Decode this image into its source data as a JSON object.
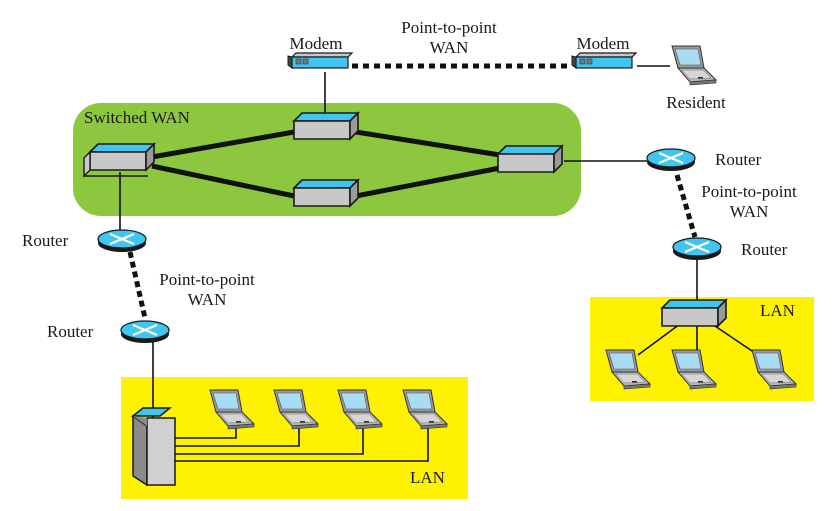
{
  "colors": {
    "switched_wan_bg": "#8dc63f",
    "lan_bg": "#fff200",
    "device_top": "#3fc5f0",
    "device_side": "#c8c8c8",
    "router_body": "#3fc5f0",
    "link": "#111111"
  },
  "labels": {
    "modem_left": "Modem",
    "modem_right": "Modem",
    "p2p_top_line1": "Point-to-point",
    "p2p_top_line2": "WAN",
    "resident": "Resident",
    "switched_wan": "Switched WAN",
    "router_right_top": "Router",
    "p2p_right_line1": "Point-to-point",
    "p2p_right_line2": "WAN",
    "router_right_bottom": "Router",
    "lan_right": "LAN",
    "router_left_top": "Router",
    "p2p_left_line1": "Point-to-point",
    "p2p_left_line2": "WAN",
    "router_left_bottom": "Router",
    "lan_left": "LAN"
  },
  "nodes": [
    {
      "id": "modem-left",
      "type": "modem"
    },
    {
      "id": "modem-right",
      "type": "modem"
    },
    {
      "id": "resident-laptop",
      "type": "laptop"
    },
    {
      "id": "switch-left",
      "type": "switch"
    },
    {
      "id": "switch-top",
      "type": "switch"
    },
    {
      "id": "switch-bottom",
      "type": "switch"
    },
    {
      "id": "switch-right",
      "type": "switch"
    },
    {
      "id": "router-right-top",
      "type": "router"
    },
    {
      "id": "router-right-bottom",
      "type": "router"
    },
    {
      "id": "router-left-top",
      "type": "router"
    },
    {
      "id": "router-left-bottom",
      "type": "router"
    },
    {
      "id": "lan-right-switch",
      "type": "switch"
    },
    {
      "id": "lan-left-hub",
      "type": "hub"
    },
    {
      "id": "lan-right-laptop-1",
      "type": "laptop"
    },
    {
      "id": "lan-right-laptop-2",
      "type": "laptop"
    },
    {
      "id": "lan-right-laptop-3",
      "type": "laptop"
    },
    {
      "id": "lan-left-laptop-1",
      "type": "laptop"
    },
    {
      "id": "lan-left-laptop-2",
      "type": "laptop"
    },
    {
      "id": "lan-left-laptop-3",
      "type": "laptop"
    },
    {
      "id": "lan-left-laptop-4",
      "type": "laptop"
    }
  ],
  "links": [
    {
      "from": "modem-left",
      "to": "modem-right",
      "style": "dotted"
    },
    {
      "from": "modem-right",
      "to": "resident-laptop",
      "style": "thin"
    },
    {
      "from": "modem-left",
      "to": "switch-top",
      "style": "thin"
    },
    {
      "from": "switch-left",
      "to": "switch-top",
      "style": "thick"
    },
    {
      "from": "switch-left",
      "to": "switch-bottom",
      "style": "thick"
    },
    {
      "from": "switch-top",
      "to": "switch-right",
      "style": "thick"
    },
    {
      "from": "switch-bottom",
      "to": "switch-right",
      "style": "thick"
    },
    {
      "from": "switch-right",
      "to": "router-right-top",
      "style": "thin"
    },
    {
      "from": "router-right-top",
      "to": "router-right-bottom",
      "style": "dotted"
    },
    {
      "from": "router-right-bottom",
      "to": "lan-right-switch",
      "style": "thin"
    },
    {
      "from": "switch-left",
      "to": "router-left-top",
      "style": "thin"
    },
    {
      "from": "router-left-top",
      "to": "router-left-bottom",
      "style": "dotted"
    },
    {
      "from": "router-left-bottom",
      "to": "lan-left-hub",
      "style": "thin"
    }
  ]
}
